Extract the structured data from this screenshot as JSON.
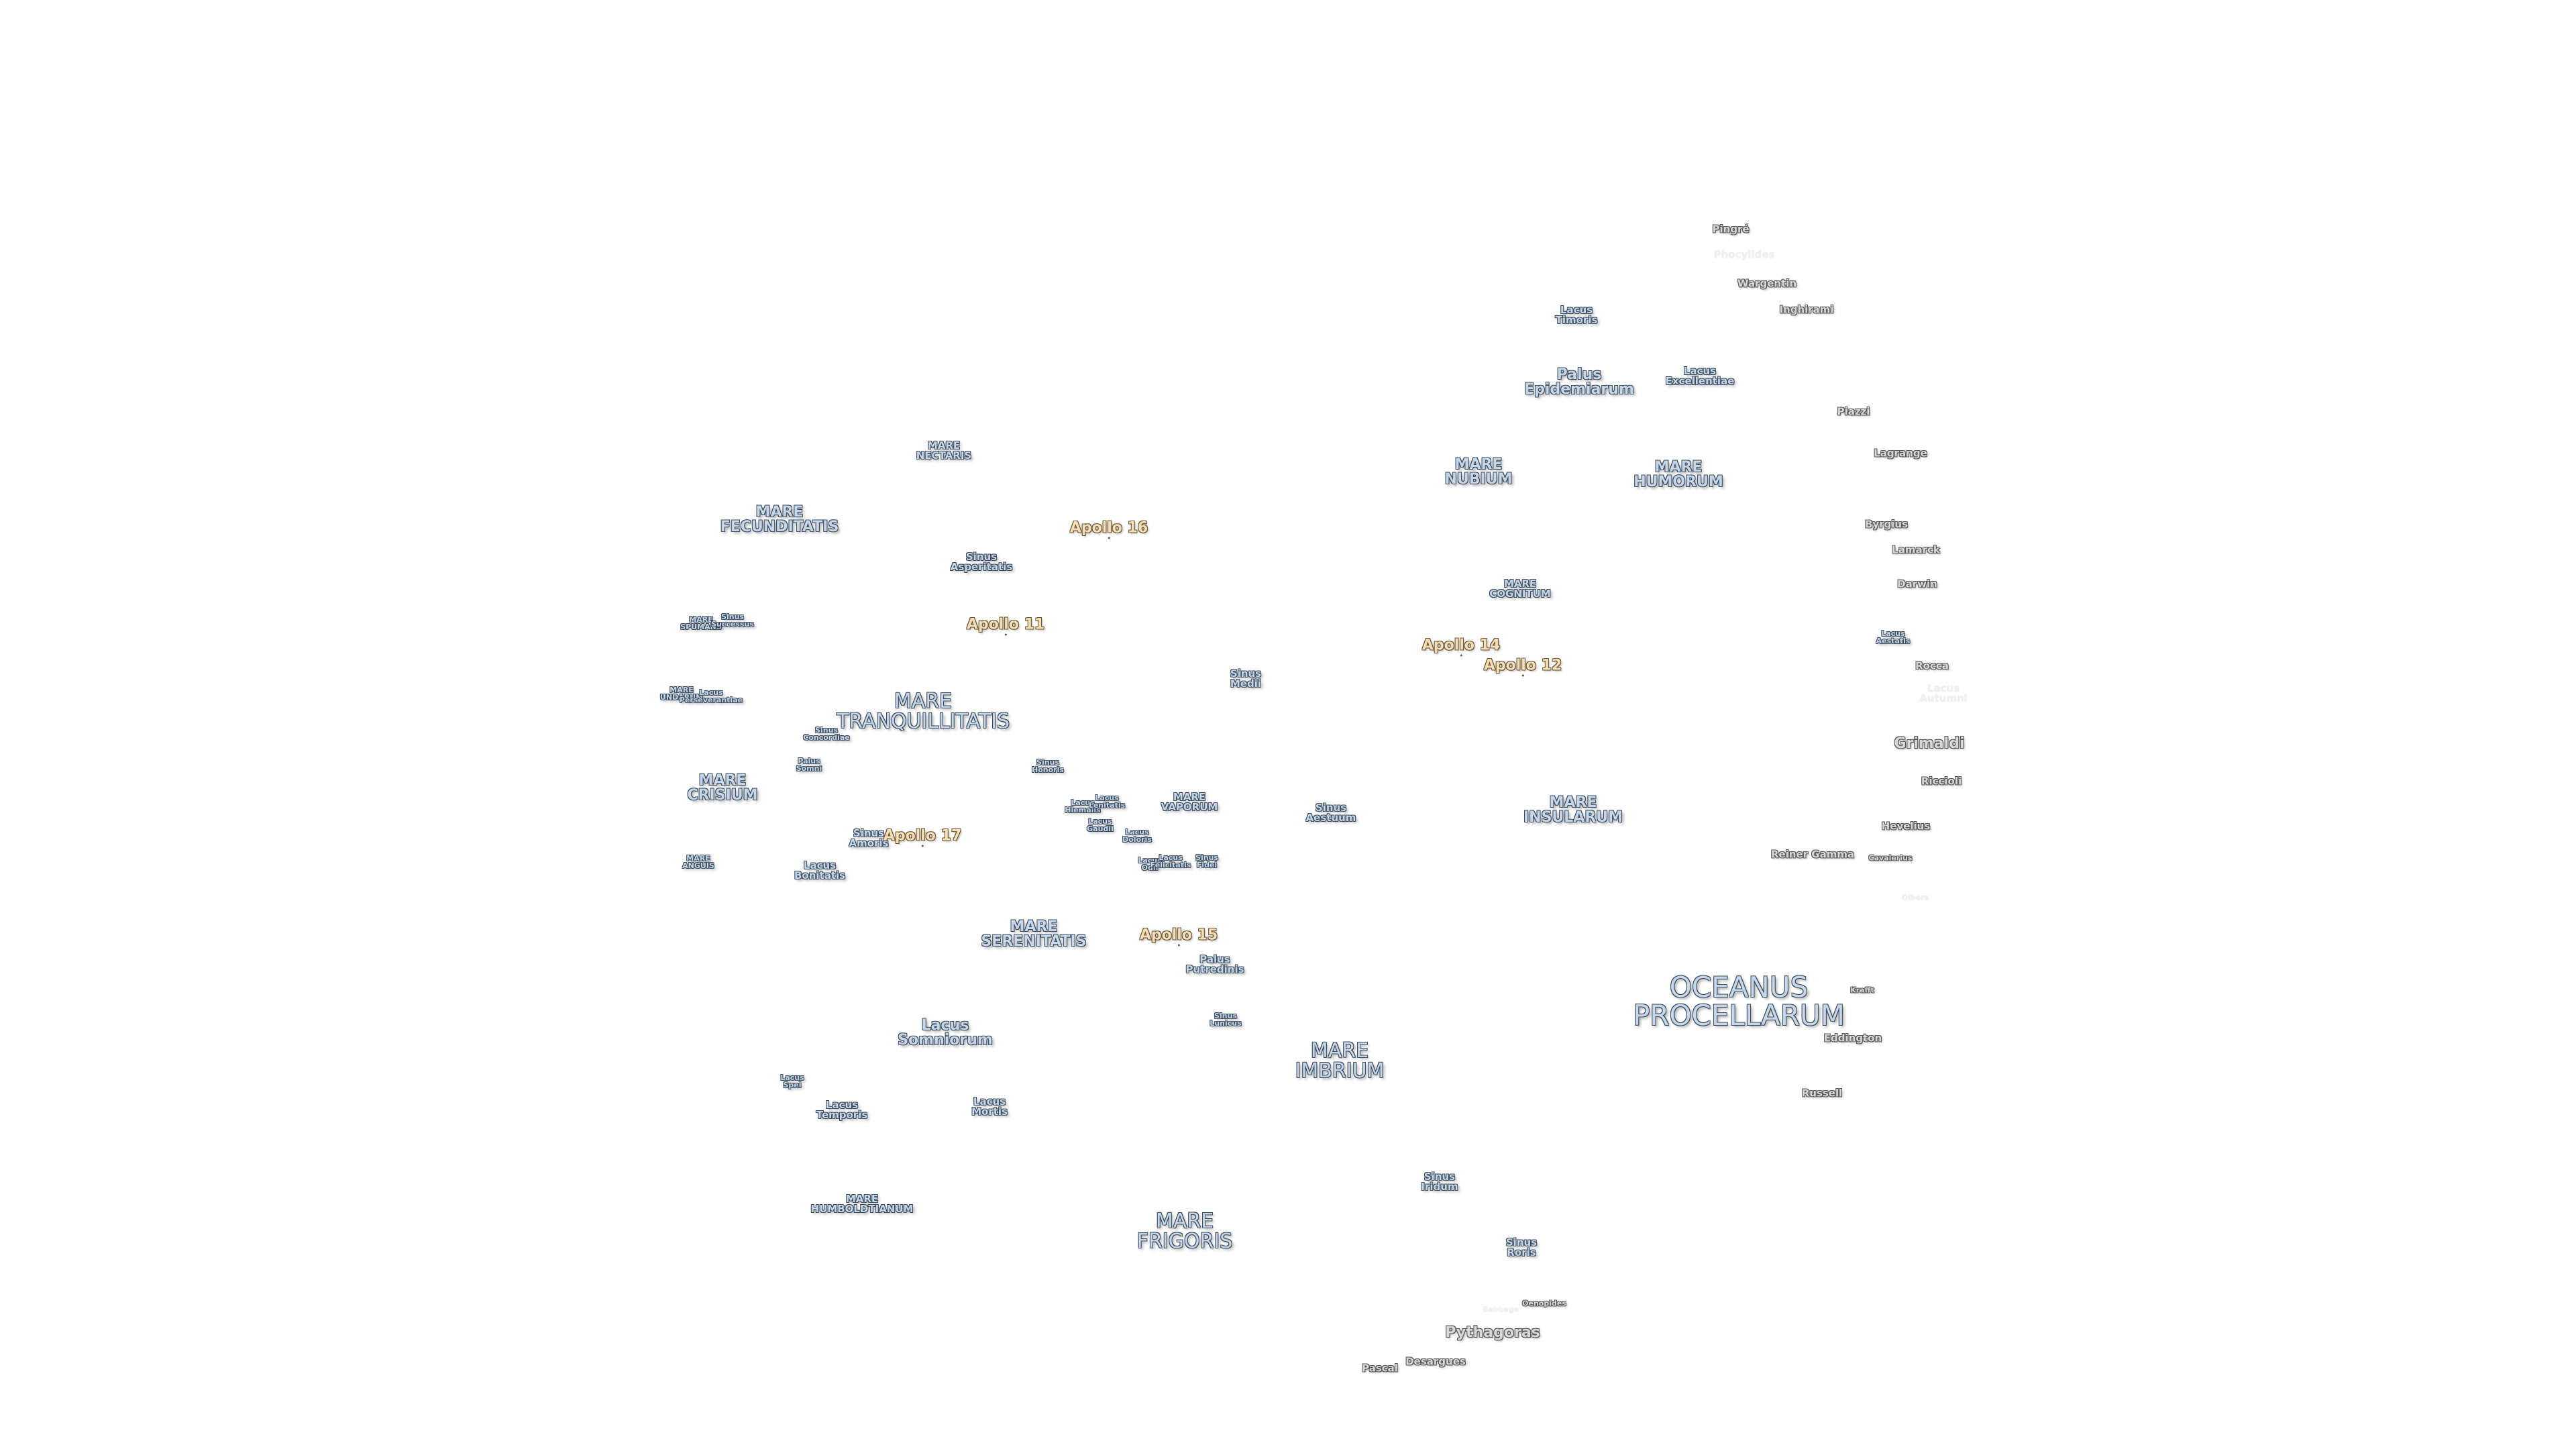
{
  "labels": {
    "oceanus_procellarum": {
      "l1": "OCEANUS",
      "l2": "PROCELLARUM"
    },
    "mare_frigoris": {
      "l1": "MARE",
      "l2": "FRIGORIS"
    },
    "mare_imbrium": {
      "l1": "MARE",
      "l2": "IMBRIUM"
    },
    "mare_serenitatis": {
      "l1": "MARE",
      "l2": "SERENITATIS"
    },
    "mare_tranquillitatis": {
      "l1": "MARE",
      "l2": "TRANQUILLITATIS"
    },
    "mare_fecunditatis": {
      "l1": "MARE",
      "l2": "FECUNDITATIS"
    },
    "mare_crisium": {
      "l1": "MARE",
      "l2": "CRISIUM"
    },
    "mare_nubium": {
      "l1": "MARE",
      "l2": "NUBIUM"
    },
    "mare_humorum": {
      "l1": "MARE",
      "l2": "HUMORUM"
    },
    "mare_insularum": {
      "l1": "MARE",
      "l2": "INSULARUM"
    },
    "mare_cognitum": {
      "l1": "MARE",
      "l2": "COGNITUM"
    },
    "mare_nectaris": {
      "l1": "MARE",
      "l2": "NECTARIS"
    },
    "mare_vaporum": {
      "l1": "MARE",
      "l2": "VAPORUM"
    },
    "mare_humboldtianum": {
      "l1": "MARE",
      "l2": "HUMBOLDTIANUM"
    },
    "mare_anguis": {
      "l1": "MARE",
      "l2": "ANGUIS"
    },
    "mare_undarum": {
      "l1": "MARE",
      "l2": "UNDARUM"
    },
    "mare_spumans": {
      "l1": "MARE",
      "l2": "SPUMANS"
    },
    "lacus_somniorum": {
      "l1": "Lacus",
      "l2": "Somniorum"
    },
    "lacus_temporis": {
      "l1": "Lacus",
      "l2": "Temporis"
    },
    "lacus_mortis": {
      "l1": "Lacus",
      "l2": "Mortis"
    },
    "lacus_spei": {
      "l1": "Lacus",
      "l2": "Spei"
    },
    "lacus_bonitatis": {
      "l1": "Lacus",
      "l2": "Bonitatis"
    },
    "lacus_doloris": {
      "l1": "Lacus",
      "l2": "Doloris"
    },
    "lacus_gaudii": {
      "l1": "Lacus",
      "l2": "Gaudii"
    },
    "lacus_hiemalis": {
      "l1": "Lacus",
      "l2": "Hiemalis"
    },
    "lacus_lenitatis": {
      "l1": "Lacus",
      "l2": "Lenitatis"
    },
    "lacus_odii": {
      "l1": "Lacus",
      "l2": "Odii"
    },
    "lacus_felicitatis": {
      "l1": "Lacus",
      "l2": "Felicitatis"
    },
    "lacus_timoris": {
      "l1": "Lacus",
      "l2": "Timoris"
    },
    "lacus_excellentiae": {
      "l1": "Lacus",
      "l2": "Excellentiae"
    },
    "lacus_aestatis": {
      "l1": "Lacus",
      "l2": "Aestatis"
    },
    "lacus_autumni": {
      "l1": "Lacus",
      "l2": "Autumni"
    },
    "lacus_perseverantiae": {
      "l1": "Lacus",
      "l2": "Perseverantiae"
    },
    "sinus_iridum": {
      "l1": "Sinus",
      "l2": "Iridum"
    },
    "sinus_roris": {
      "l1": "Sinus",
      "l2": "Roris"
    },
    "sinus_aestuum": {
      "l1": "Sinus",
      "l2": "Aestuum"
    },
    "sinus_medii": {
      "l1": "Sinus",
      "l2": "Medii"
    },
    "sinus_asperitatis": {
      "l1": "Sinus",
      "l2": "Asperitatis"
    },
    "sinus_concordiae": {
      "l1": "Sinus",
      "l2": "Concordiae"
    },
    "sinus_amoris": {
      "l1": "Sinus",
      "l2": "Amoris"
    },
    "sinus_honoris": {
      "l1": "Sinus",
      "l2": "Honoris"
    },
    "sinus_lunicus": {
      "l1": "Sinus",
      "l2": "Lunicus"
    },
    "sinus_fidei": {
      "l1": "Sinus",
      "l2": "Fidei"
    },
    "sinus_successus": {
      "l1": "Sinus",
      "l2": "Successus"
    },
    "palus_epidemiarum": {
      "l1": "Palus",
      "l2": "Epidemiarum"
    },
    "palus_somni": {
      "l1": "Palus",
      "l2": "Somni"
    },
    "palus_putredinis": {
      "l1": "Palus",
      "l2": "Putredinis"
    },
    "apollo_11": {
      "l1": "Apollo 11"
    },
    "apollo_12": {
      "l1": "Apollo 12"
    },
    "apollo_14": {
      "l1": "Apollo 14"
    },
    "apollo_15": {
      "l1": "Apollo 15"
    },
    "apollo_16": {
      "l1": "Apollo 16"
    },
    "apollo_17": {
      "l1": "Apollo 17"
    },
    "pingre": {
      "l1": "Pingré"
    },
    "phocylides": {
      "l1": "Phocylides"
    },
    "wargentin": {
      "l1": "Wargentin"
    },
    "inghirami": {
      "l1": "Inghirami"
    },
    "piazzi": {
      "l1": "Piazzi"
    },
    "lagrange": {
      "l1": "Lagrange"
    },
    "byrgius": {
      "l1": "Byrgius"
    },
    "lamarck": {
      "l1": "Lamarck"
    },
    "darwin": {
      "l1": "Darwin"
    },
    "rocca": {
      "l1": "Rocca"
    },
    "grimaldi": {
      "l1": "Grimaldi"
    },
    "riccioli": {
      "l1": "Riccioli"
    },
    "hevelius": {
      "l1": "Hevelius"
    },
    "reiner_gamma": {
      "l1": "Reiner Gamma"
    },
    "cavalerius": {
      "l1": "Cavalerius"
    },
    "olbers": {
      "l1": "Olbers"
    },
    "krafft": {
      "l1": "Krafft"
    },
    "eddington": {
      "l1": "Eddington"
    },
    "russell": {
      "l1": "Russell"
    },
    "oenopides": {
      "l1": "Oenopides"
    },
    "pythagoras": {
      "l1": "Pythagoras"
    },
    "babbage": {
      "l1": "Babbage"
    },
    "desargues": {
      "l1": "Desargues"
    },
    "pascal": {
      "l1": "Pascal"
    }
  }
}
